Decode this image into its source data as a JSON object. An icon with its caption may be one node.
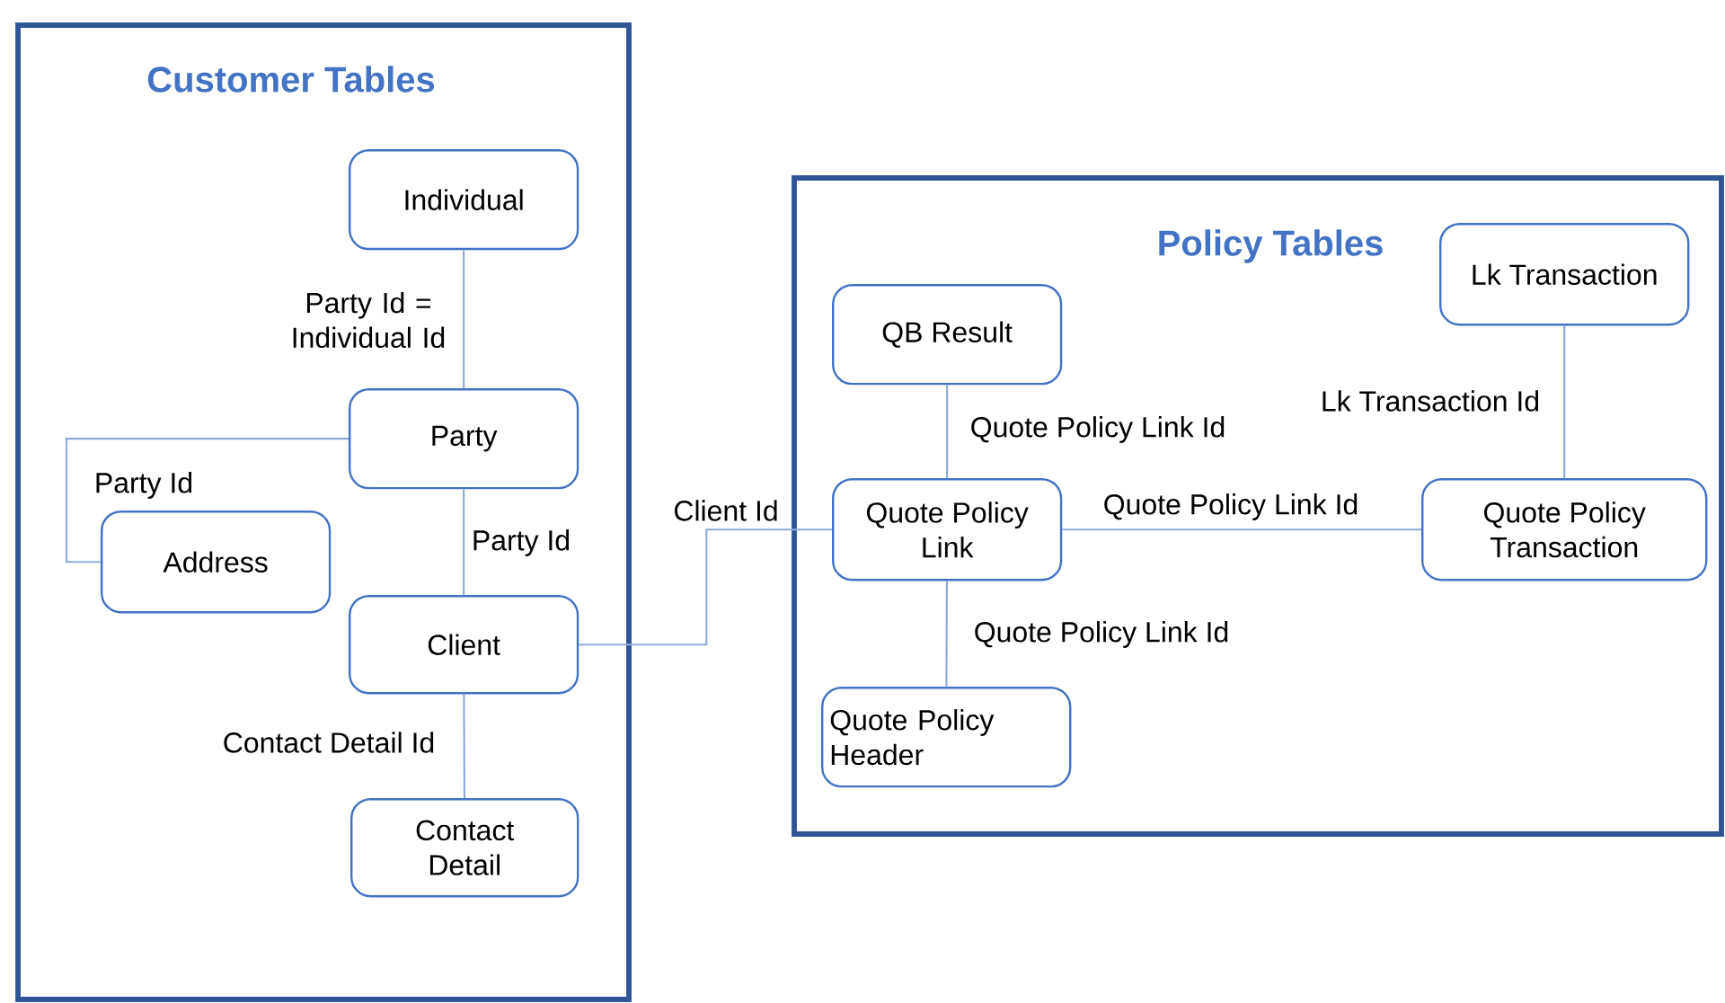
{
  "diagram": {
    "nodes": [
      {
        "text": [
          "Customer Tables"
        ]
      },
      {
        "text": [
          "Individual"
        ],
        "in": 0
      },
      {
        "text": [
          "Party"
        ],
        "in": 0
      },
      {
        "text": [
          "Address"
        ],
        "in": 0
      },
      {
        "text": [
          "Client"
        ],
        "in": 0
      },
      {
        "text": [
          "Contact Detail"
        ],
        "in": 0
      },
      {
        "text": [
          "Policy Tables"
        ]
      },
      {
        "text": [
          "Lk Transaction"
        ],
        "in": 6
      },
      {
        "text": [
          "QB Result"
        ],
        "in": 6
      },
      {
        "text": [
          "Quote Policy Link"
        ],
        "in": 6
      },
      {
        "text": [
          "Quote Policy Transaction"
        ],
        "in": 6
      },
      {
        "text": [
          "Quote Policy Header"
        ],
        "in": 6
      }
    ],
    "edges": [
      {
        "from": 1,
        "to": 2,
        "arrow": "none",
        "label": "Party Id = Individual Id"
      },
      {
        "from": 2,
        "to": 3,
        "arrow": "none",
        "label": "Party Id"
      },
      {
        "from": 2,
        "to": 4,
        "arrow": "none",
        "label": "Party Id"
      },
      {
        "from": 4,
        "to": 5,
        "arrow": "none",
        "label": "Contact Detail Id"
      },
      {
        "from": 4,
        "to": 9,
        "arrow": "none",
        "label": "Client Id"
      },
      {
        "from": 8,
        "to": 9,
        "arrow": "none",
        "label": "Quote Policy Link Id"
      },
      {
        "from": 9,
        "to": 10,
        "arrow": "none",
        "label": "Quote Policy Link Id"
      },
      {
        "from": 9,
        "to": 11,
        "arrow": "none",
        "label": "Quote Policy Link Id"
      },
      {
        "from": 7,
        "to": 10,
        "arrow": "none",
        "label": "Lk Transaction Id"
      }
    ]
  }
}
